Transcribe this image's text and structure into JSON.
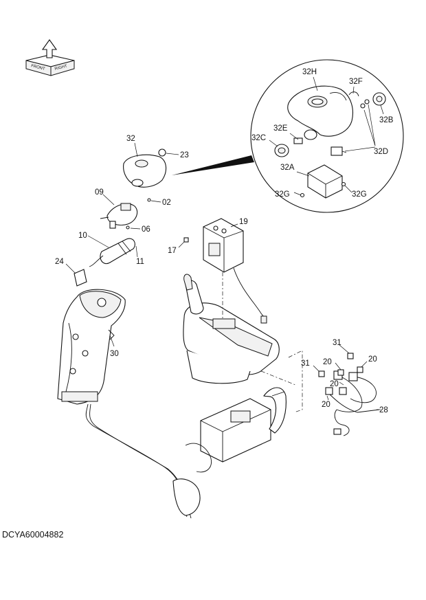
{
  "orientation_icon": {
    "labels": [
      "FRONT",
      "RIGHT"
    ]
  },
  "callouts": {
    "c32": "32",
    "c23": "23",
    "c02": "02",
    "c09": "09",
    "c06": "06",
    "c10": "10",
    "c11": "11",
    "c24": "24",
    "c30": "30",
    "c17": "17",
    "c19": "19",
    "c31a": "31",
    "c31b": "31",
    "c20a": "20",
    "c20b": "20",
    "c20c": "20",
    "c20d": "20",
    "c28": "28"
  },
  "detail_callouts": {
    "d32H": "32H",
    "d32F": "32F",
    "d32B": "32B",
    "d32E": "32E",
    "d32C": "32C",
    "d32D": "32D",
    "d32A": "32A",
    "d32G1": "32G",
    "d32G2": "32G"
  },
  "drawing_code": "DCYA60004882"
}
